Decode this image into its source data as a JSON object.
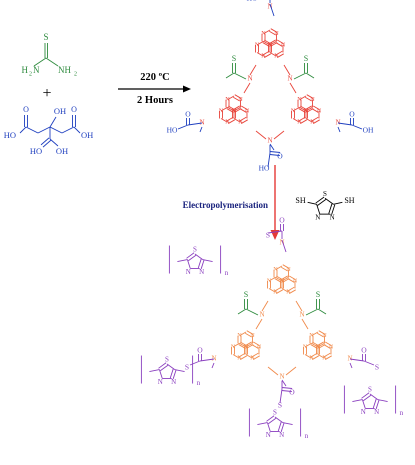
{
  "colors": {
    "thiourea": "#2e8b3e",
    "citric_acid": "#1f3fbf",
    "triazine_core_product": "#e8443a",
    "triazine_core_polymer": "#f08a4b",
    "polymer_chain": "#8a3fbf",
    "arrow_electropolymerisation": "#e53935",
    "electropolymerisation_label": "#1a237e",
    "reaction_arrow": "#000000"
  },
  "reactants": {
    "plus_sign": "+",
    "thiourea": {
      "s": "S",
      "nh2_left": "H",
      "nh2_left_sub": "2",
      "nh2_left_n": "N",
      "nh2_right": "NH",
      "nh2_right_sub": "2"
    },
    "citric_acid": {
      "oh_top": "OH",
      "oh_left": "HO",
      "oh_right": "OH",
      "oh_bottom_left": "HO",
      "oh_bottom_right": "OH",
      "o": "O"
    }
  },
  "conditions": {
    "temperature": "220 ºC",
    "time": "2 Hours"
  },
  "electropolymerisation": {
    "label": "Electropolymerisation"
  },
  "dmtd": {
    "sh_left": "SH",
    "sh_right": "SH",
    "s": "S",
    "n": "N"
  },
  "atoms": {
    "n": "N",
    "o": "O",
    "s": "S",
    "ho": "HO",
    "oh": "OH"
  },
  "polymer": {
    "subscript_n": "n"
  }
}
